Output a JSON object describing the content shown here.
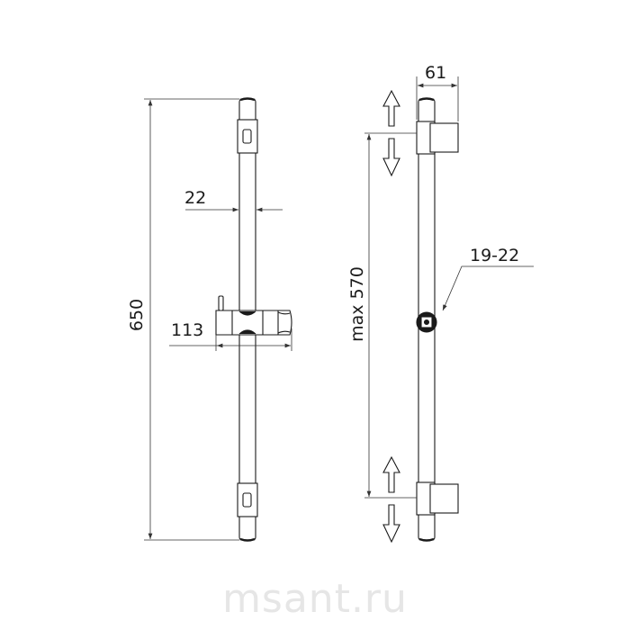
{
  "dimensions": {
    "total_height": "650",
    "rod_diameter": "22",
    "holder_length": "113",
    "bracket_depth": "61",
    "max_bracket_distance": "max 570",
    "wall_fixing_diameter": "19-22"
  },
  "watermark": "msant.ru",
  "colors": {
    "line": "#1a1a1a",
    "thin": "#555555"
  }
}
